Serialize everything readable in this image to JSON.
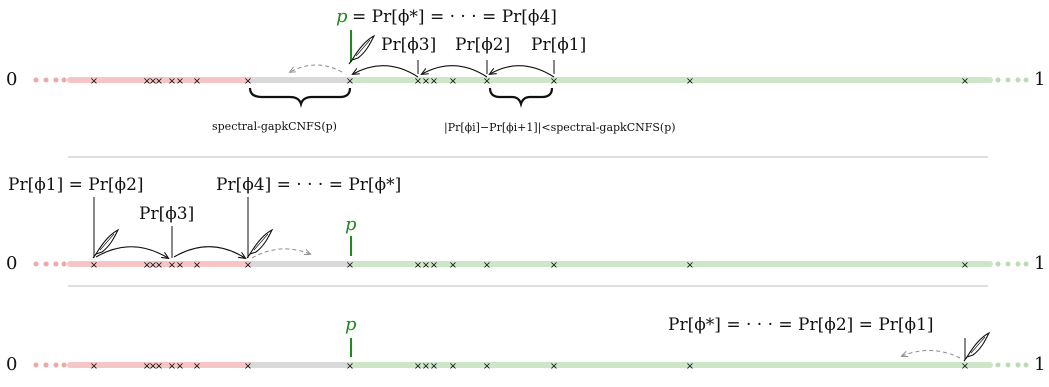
{
  "colors": {
    "red_band": "#f6c6c6",
    "red_dots": "#f3a6a6",
    "gray_band": "#d9d9d9",
    "green_band": "#cde6c8",
    "green_dots": "#b9dcb3",
    "p_marker": "#1f8a1f",
    "arrow": "#111111",
    "dashed_arrow": "#8c8c8c",
    "separator": "#bdbdbd"
  },
  "icons": [
    "quill-icon",
    "curly-brace-icon",
    "dashed-arrow-icon",
    "cross-mark-icon"
  ],
  "endpoints": {
    "left": "0",
    "right": "1"
  },
  "cross_mark": "×",
  "panel1": {
    "p_label": "p",
    "top_label": "= Pr[ϕ*] = · · · = Pr[ϕ4]",
    "step_labels": [
      "Pr[ϕ3]",
      "Pr[ϕ2]",
      "Pr[ϕ1]"
    ],
    "gap_label": "spectral-gapkCNFS(p)",
    "diff_label": "|Pr[ϕi]−Pr[ϕi+1]|<spectral-gapkCNFS(p)"
  },
  "panel2": {
    "label_left": "Pr[ϕ1] = Pr[ϕ2]",
    "label_mid": "Pr[ϕ3]",
    "label_right": "Pr[ϕ4] = · · · = Pr[ϕ*]",
    "p_label": "p"
  },
  "panel3": {
    "label": "Pr[ϕ*] = · · · = Pr[ϕ2] = Pr[ϕ1]",
    "p_label": "p"
  }
}
